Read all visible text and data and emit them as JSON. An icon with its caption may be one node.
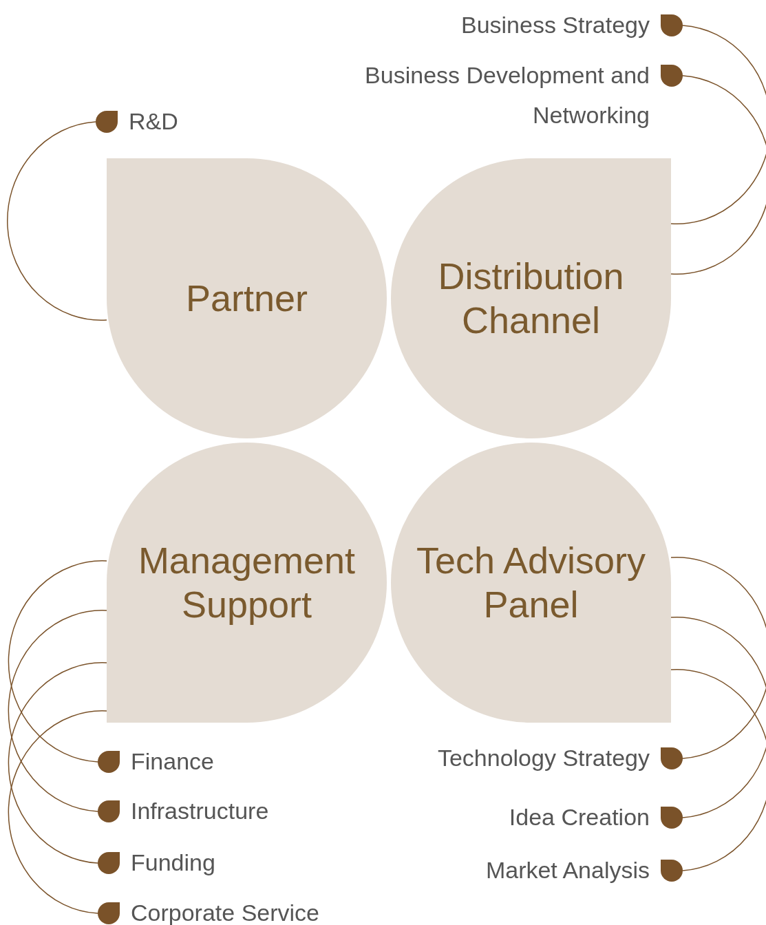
{
  "diagram": {
    "nodes": [
      {
        "text": [
          "Partner"
        ]
      },
      {
        "text": [
          "Distribution Channel"
        ]
      },
      {
        "text": [
          "Management Support"
        ]
      },
      {
        "text": [
          "Tech Advisory Panel"
        ]
      },
      {
        "text": [
          "R&D"
        ]
      },
      {
        "text": [
          "Business Strategy"
        ]
      },
      {
        "text": [
          "Business Development and Networking"
        ]
      },
      {
        "text": [
          "Finance"
        ]
      },
      {
        "text": [
          "Infrastructure"
        ]
      },
      {
        "text": [
          "Funding"
        ]
      },
      {
        "text": [
          "Corporate Service"
        ]
      },
      {
        "text": [
          "Technology Strategy"
        ]
      },
      {
        "text": [
          "Idea Creation"
        ]
      },
      {
        "text": [
          "Market Analysis"
        ]
      }
    ],
    "edges": [
      {
        "from": 0,
        "to": 4,
        "arrow": "none"
      },
      {
        "from": 1,
        "to": 5,
        "arrow": "none"
      },
      {
        "from": 1,
        "to": 6,
        "arrow": "none"
      },
      {
        "from": 2,
        "to": 7,
        "arrow": "none"
      },
      {
        "from": 2,
        "to": 8,
        "arrow": "none"
      },
      {
        "from": 2,
        "to": 9,
        "arrow": "none"
      },
      {
        "from": 2,
        "to": 10,
        "arrow": "none"
      },
      {
        "from": 3,
        "to": 11,
        "arrow": "none"
      },
      {
        "from": 3,
        "to": 12,
        "arrow": "none"
      },
      {
        "from": 3,
        "to": 13,
        "arrow": "none"
      }
    ]
  }
}
